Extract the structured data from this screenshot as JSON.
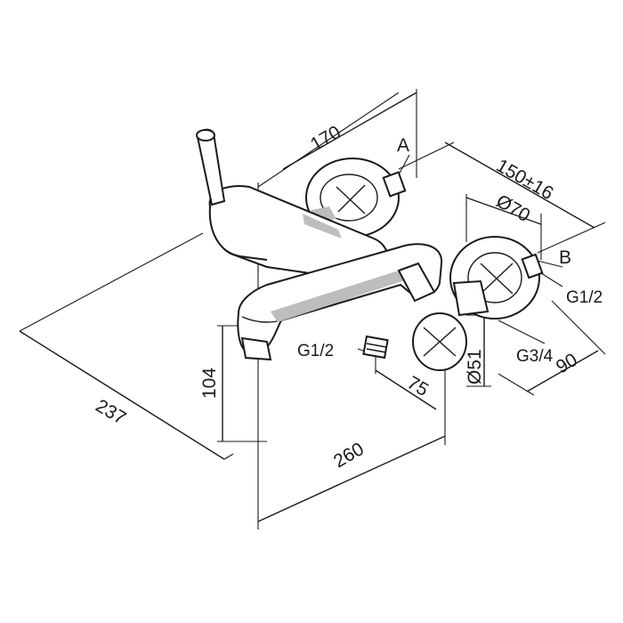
{
  "dimensions": {
    "d170": "170",
    "d150": "150±16",
    "d70": "Ø70",
    "d237": "237",
    "d104": "104",
    "d75": "75",
    "d260": "260",
    "d51": "Ø51",
    "d90": "90"
  },
  "callouts": {
    "a": "A",
    "b": "B",
    "g12_left": "G1/2",
    "g12_right": "G1/2",
    "g34": "G3/4"
  }
}
